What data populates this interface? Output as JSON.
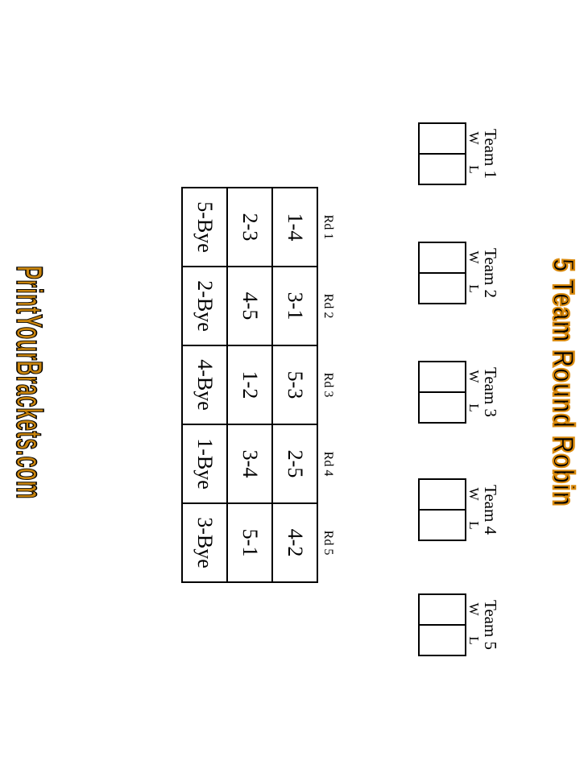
{
  "title": "5 Team Round Robin",
  "footer": "PrintYourBrackets.com",
  "colors": {
    "accent_orange": "#D8890C",
    "text": "#000000",
    "background": "#FFFFFF"
  },
  "teams": [
    {
      "name": "Team 1",
      "win_label": "W",
      "loss_label": "L",
      "wins": "",
      "losses": ""
    },
    {
      "name": "Team 2",
      "win_label": "W",
      "loss_label": "L",
      "wins": "",
      "losses": ""
    },
    {
      "name": "Team 3",
      "win_label": "W",
      "loss_label": "L",
      "wins": "",
      "losses": ""
    },
    {
      "name": "Team 4",
      "win_label": "W",
      "loss_label": "L",
      "wins": "",
      "losses": ""
    },
    {
      "name": "Team 5",
      "win_label": "W",
      "loss_label": "L",
      "wins": "",
      "losses": ""
    }
  ],
  "schedule": {
    "rounds": [
      {
        "label": "Rd 1",
        "matches": [
          "1-4",
          "2-3",
          "5-Bye"
        ]
      },
      {
        "label": "Rd 2",
        "matches": [
          "3-1",
          "4-5",
          "2-Bye"
        ]
      },
      {
        "label": "Rd 3",
        "matches": [
          "5-3",
          "1-2",
          "4-Bye"
        ]
      },
      {
        "label": "Rd 4",
        "matches": [
          "2-5",
          "3-4",
          "1-Bye"
        ]
      },
      {
        "label": "Rd 5",
        "matches": [
          "4-2",
          "5-1",
          "3-Bye"
        ]
      }
    ]
  }
}
